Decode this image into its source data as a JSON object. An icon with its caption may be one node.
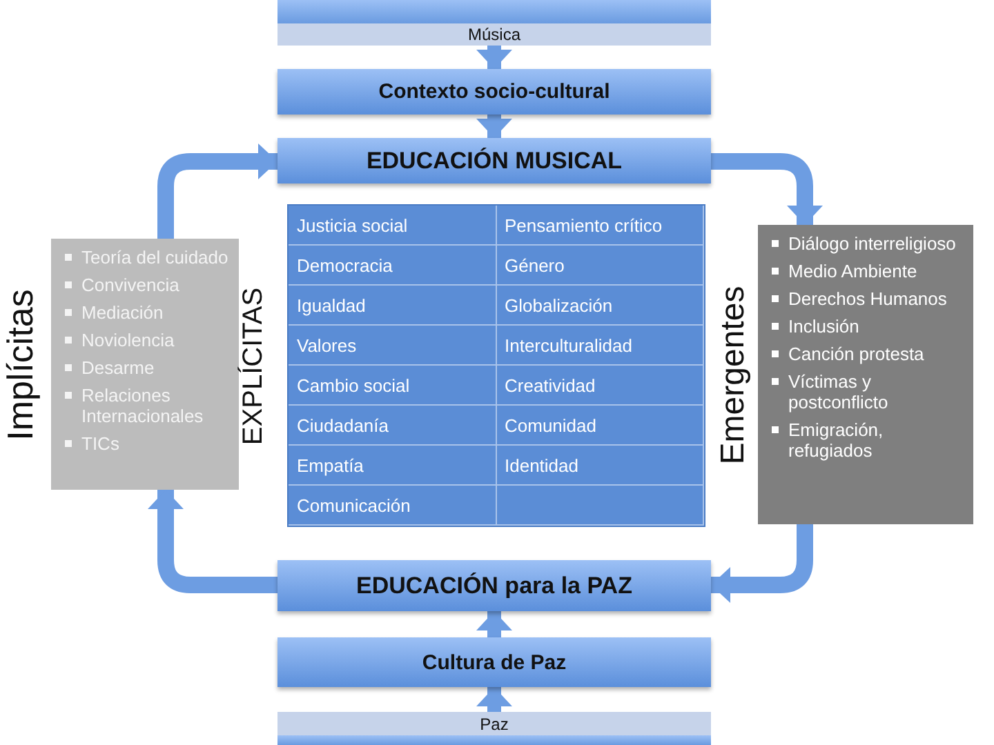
{
  "diagram": {
    "nodes": [
      {
        "text": [
          "Música"
        ]
      },
      {
        "text": [
          "Contexto socio-cultural"
        ]
      },
      {
        "text": [
          "EDUCACIÓN MUSICAL"
        ]
      },
      {
        "text": [
          "Implícitas",
          "Teoría del cuidado",
          "Convivencia",
          "Mediación",
          "Noviolencia",
          "Desarme",
          "Relaciones Internacionales",
          "TICs"
        ]
      },
      {
        "text": [
          "EXPLÍCITAS",
          "Justicia social",
          "Pensamiento crítico",
          "Democracia",
          "Género",
          "Igualdad",
          "Globalización",
          "Valores",
          "Interculturalidad",
          "Cambio social",
          "Creatividad",
          "Ciudadanía",
          "Comunidad",
          "Empatía",
          "Identidad",
          "Comunicación"
        ]
      },
      {
        "text": [
          "Emergentes",
          "Diálogo interreligioso",
          "Medio Ambiente",
          "Derechos Humanos",
          "Inclusión",
          "Canción protesta",
          "Víctimas y postconflicto",
          "Emigración, refugiados"
        ]
      },
      {
        "text": [
          "EDUCACIÓN para la PAZ"
        ]
      },
      {
        "text": [
          "Cultura de Paz"
        ]
      },
      {
        "text": [
          "Paz"
        ]
      }
    ],
    "edges": [
      {
        "from": 0,
        "to": 1,
        "arrow": "to"
      },
      {
        "from": 1,
        "to": 2,
        "arrow": "to"
      },
      {
        "from": 2,
        "to": 5,
        "arrow": "to"
      },
      {
        "from": 5,
        "to": 6,
        "arrow": "to"
      },
      {
        "from": 6,
        "to": 3,
        "arrow": "to"
      },
      {
        "from": 3,
        "to": 2,
        "arrow": "to"
      },
      {
        "from": 7,
        "to": 6,
        "arrow": "to"
      },
      {
        "from": 8,
        "to": 7,
        "arrow": "to"
      }
    ]
  }
}
